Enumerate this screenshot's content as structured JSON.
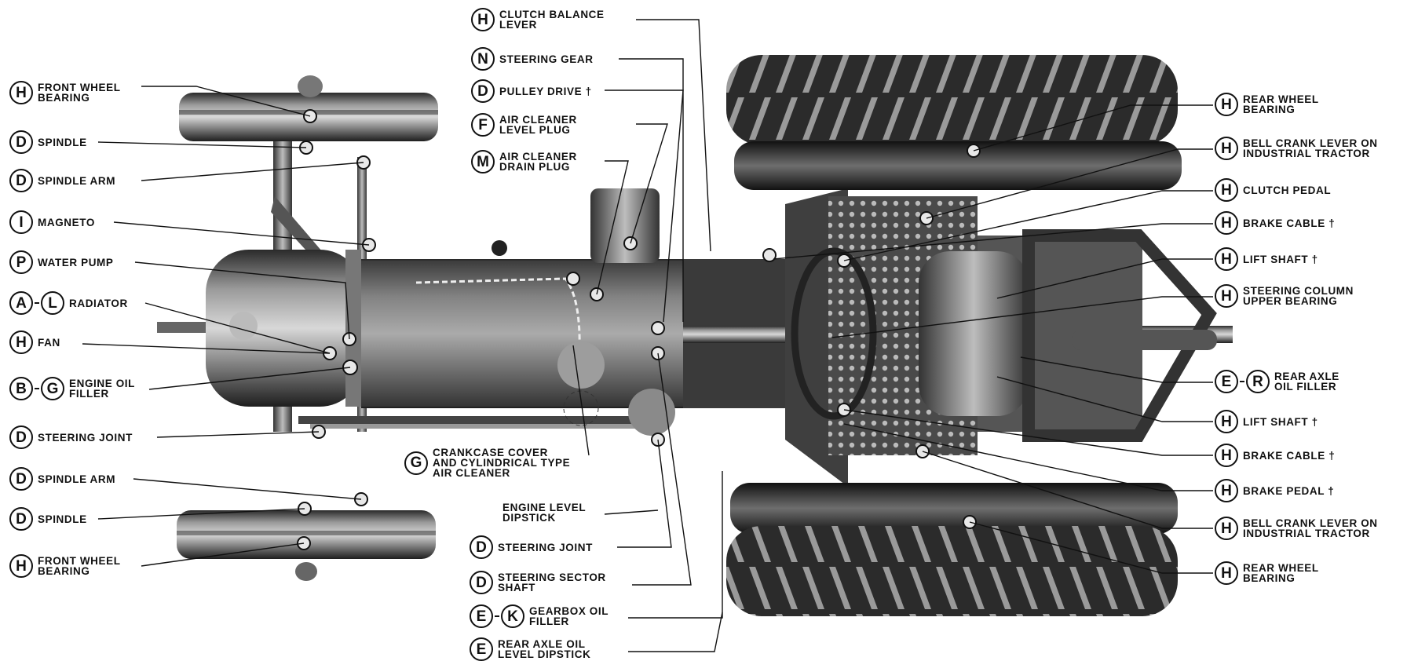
{
  "labels": [
    {
      "codes": [
        "H"
      ],
      "text": "FRONT WHEEL\nBEARING"
    },
    {
      "codes": [
        "D"
      ],
      "text": "SPINDLE"
    },
    {
      "codes": [
        "D"
      ],
      "text": "SPINDLE ARM"
    },
    {
      "codes": [
        "I"
      ],
      "text": "MAGNETO"
    },
    {
      "codes": [
        "P"
      ],
      "text": "WATER PUMP"
    },
    {
      "codes": [
        "A",
        "L"
      ],
      "text": "RADIATOR"
    },
    {
      "codes": [
        "H"
      ],
      "text": "FAN"
    },
    {
      "codes": [
        "B",
        "G"
      ],
      "text": "ENGINE OIL\nFILLER"
    },
    {
      "codes": [
        "D"
      ],
      "text": "STEERING JOINT"
    },
    {
      "codes": [
        "D"
      ],
      "text": "SPINDLE ARM"
    },
    {
      "codes": [
        "D"
      ],
      "text": "SPINDLE"
    },
    {
      "codes": [
        "H"
      ],
      "text": "FRONT WHEEL\nBEARING"
    },
    {
      "codes": [
        "H"
      ],
      "text": "CLUTCH BALANCE\nLEVER"
    },
    {
      "codes": [
        "N"
      ],
      "text": "STEERING GEAR"
    },
    {
      "codes": [
        "D"
      ],
      "text": "PULLEY DRIVE †"
    },
    {
      "codes": [
        "F"
      ],
      "text": "AIR CLEANER\nLEVEL PLUG"
    },
    {
      "codes": [
        "M"
      ],
      "text": "AIR CLEANER\nDRAIN PLUG"
    },
    {
      "codes": [
        "G"
      ],
      "text": "CRANKCASE COVER\nAND CYLINDRICAL TYPE\nAIR CLEANER"
    },
    {
      "codes": [],
      "text": "ENGINE LEVEL\nDIPSTICK"
    },
    {
      "codes": [
        "D"
      ],
      "text": "STEERING JOINT"
    },
    {
      "codes": [
        "D"
      ],
      "text": "STEERING SECTOR\nSHAFT"
    },
    {
      "codes": [
        "E",
        "K"
      ],
      "text": "GEARBOX OIL\nFILLER"
    },
    {
      "codes": [
        "E"
      ],
      "text": "REAR AXLE OIL\nLEVEL DIPSTICK"
    },
    {
      "codes": [
        "H"
      ],
      "text": "REAR WHEEL\nBEARING"
    },
    {
      "codes": [
        "H"
      ],
      "text": "BELL CRANK LEVER ON\nINDUSTRIAL TRACTOR"
    },
    {
      "codes": [
        "H"
      ],
      "text": "CLUTCH PEDAL"
    },
    {
      "codes": [
        "H"
      ],
      "text": "BRAKE CABLE †"
    },
    {
      "codes": [
        "H"
      ],
      "text": "LIFT SHAFT †"
    },
    {
      "codes": [
        "H"
      ],
      "text": "STEERING COLUMN\nUPPER BEARING"
    },
    {
      "codes": [
        "E",
        "R"
      ],
      "text": "REAR AXLE\nOIL FILLER"
    },
    {
      "codes": [
        "H"
      ],
      "text": "LIFT SHAFT †"
    },
    {
      "codes": [
        "H"
      ],
      "text": "BRAKE CABLE †"
    },
    {
      "codes": [
        "H"
      ],
      "text": "BRAKE PEDAL †"
    },
    {
      "codes": [
        "H"
      ],
      "text": "BELL CRANK LEVER ON\nINDUSTRIAL TRACTOR"
    },
    {
      "codes": [
        "H"
      ],
      "text": "REAR WHEEL\nBEARING"
    }
  ]
}
